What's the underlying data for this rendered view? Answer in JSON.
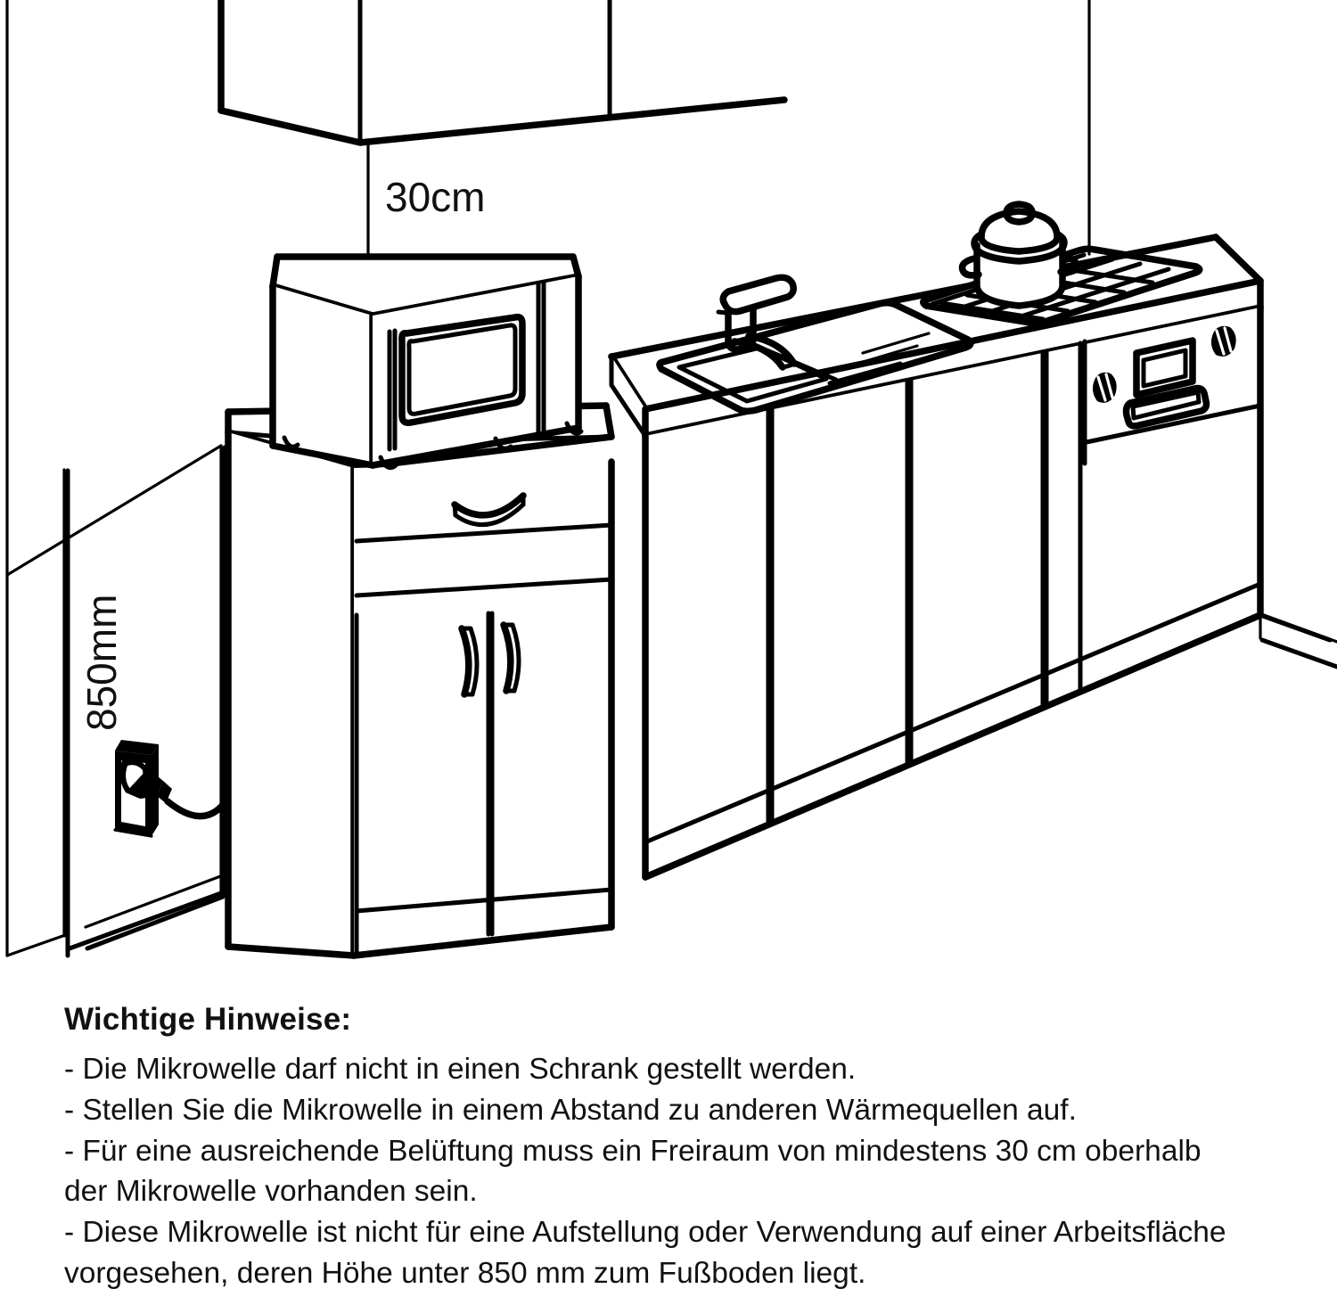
{
  "diagram": {
    "name": "microwave-placement-diagram",
    "dimensions": {
      "clearance_above": "30cm",
      "worktop_height": "850mm"
    },
    "objects": {
      "wall_cabinet": "wall-cabinet",
      "microwave": "microwave-oven",
      "base_cabinet": "base-cabinet-with-drawer",
      "countertop": "kitchen-countertop",
      "sink": "double-bowl-sink",
      "faucet": "mixer-tap",
      "hob": "gas-hob-with-grate",
      "pot": "cooking-pot-with-lid",
      "oven": "built-in-oven",
      "socket": "wall-power-socket",
      "plug": "power-plug-with-cable"
    },
    "colors": {
      "line": "#000000",
      "fill": "#ffffff",
      "background": "#ffffff"
    }
  },
  "notes": {
    "title": "Wichtige Hinweise:",
    "lines": [
      "- Die Mikrowelle darf nicht in einen Schrank gestellt werden.",
      "- Stellen Sie die Mikrowelle in einem Abstand zu anderen Wärmequellen auf.",
      "- Für eine ausreichende Belüftung muss ein Freiraum von mindestens 30 cm oberhalb",
      "der Mikrowelle vorhanden sein.",
      "- Diese Mikrowelle ist nicht für eine Aufstellung oder Verwendung auf einer Arbeitsfläche",
      "vorgesehen, deren Höhe unter 850 mm zum Fußboden liegt."
    ]
  }
}
